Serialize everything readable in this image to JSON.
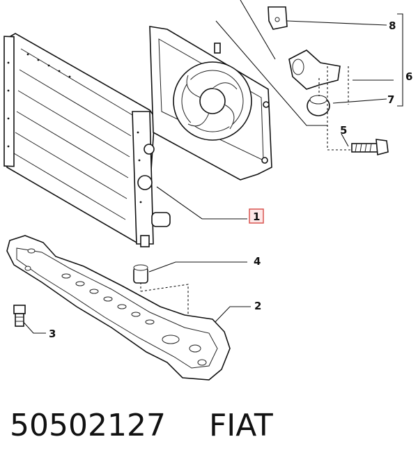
{
  "diagram": {
    "callouts": [
      {
        "id": "8",
        "label": "8"
      },
      {
        "id": "6",
        "label": "6"
      },
      {
        "id": "7",
        "label": "7"
      },
      {
        "id": "5",
        "label": "5"
      },
      {
        "id": "1",
        "label": "1",
        "highlighted": true
      },
      {
        "id": "4",
        "label": "4"
      },
      {
        "id": "2",
        "label": "2"
      },
      {
        "id": "3",
        "label": "3"
      }
    ],
    "highlight_color": "#d9534f"
  },
  "footer": {
    "part_number": "50502127",
    "brand": "FIAT"
  }
}
